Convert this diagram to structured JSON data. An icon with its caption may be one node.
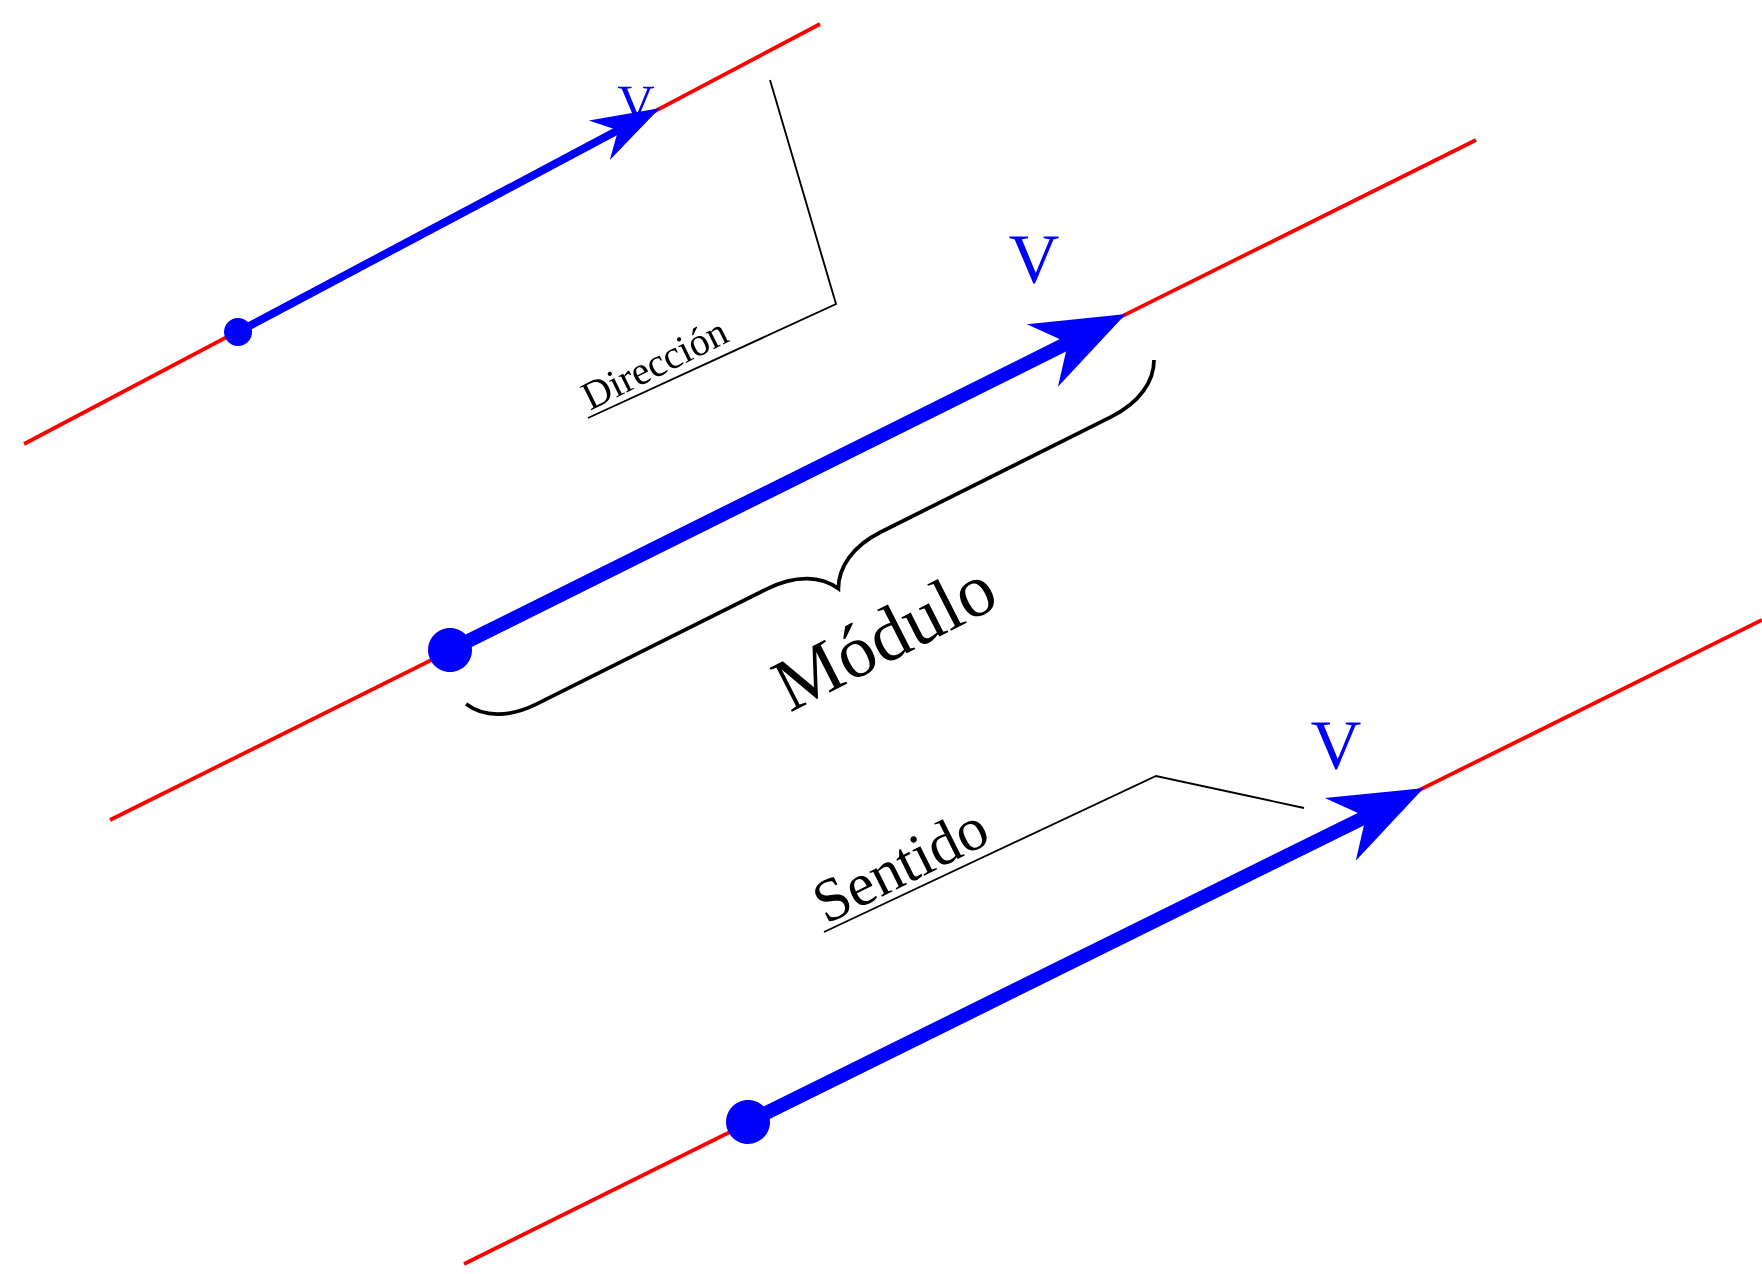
{
  "diagram": {
    "nodes": [
      {
        "text": [
          "Dirección"
        ]
      },
      {
        "text": [
          "Sentido"
        ]
      }
    ],
    "edges": [
      {
        "from": 0,
        "to": null,
        "arrow": "none"
      },
      {
        "from": 1,
        "to": null,
        "arrow": "none"
      }
    ],
    "labels": [
      "V",
      "V",
      "Módulo",
      "V"
    ]
  }
}
